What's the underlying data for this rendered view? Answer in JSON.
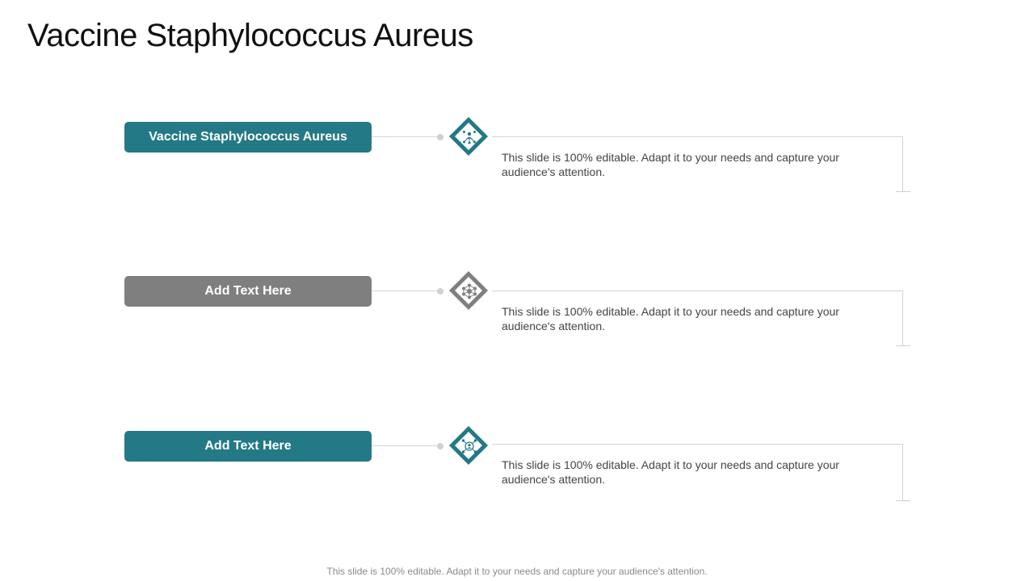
{
  "title": "Vaccine Staphylococcus Aureus",
  "colors": {
    "teal": "#237985",
    "gray": "#7f7f7f",
    "line": "#d4d4d4"
  },
  "items": [
    {
      "label": "Vaccine Staphylococcus Aureus",
      "description": "This slide is 100% editable.  Adapt it to your needs and capture your audience's attention.",
      "icon": "team-network-icon",
      "color": "teal"
    },
    {
      "label": "Add  Text Here",
      "description": "This slide is 100% editable.  Adapt it to your needs and capture your audience's attention.",
      "icon": "hub-network-icon",
      "color": "gray"
    },
    {
      "label": "Add  Text Here",
      "description": "This slide is 100% editable.  Adapt it to your needs and capture your audience's attention.",
      "icon": "connected-person-icon",
      "color": "teal"
    }
  ],
  "footer": "This slide is 100% editable. Adapt it to your needs and capture your audience's attention."
}
